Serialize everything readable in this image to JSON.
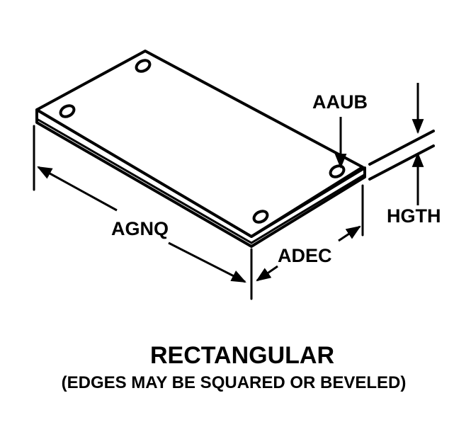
{
  "labels": {
    "hole_diameter": "AAUB",
    "length": "AGNQ",
    "width": "ADEC",
    "height": "HGTH"
  },
  "caption": {
    "title": "RECTANGULAR",
    "subtitle": "(EDGES MAY BE SQUARED OR BEVELED)"
  },
  "colors": {
    "ink": "#000000",
    "background": "#ffffff"
  }
}
